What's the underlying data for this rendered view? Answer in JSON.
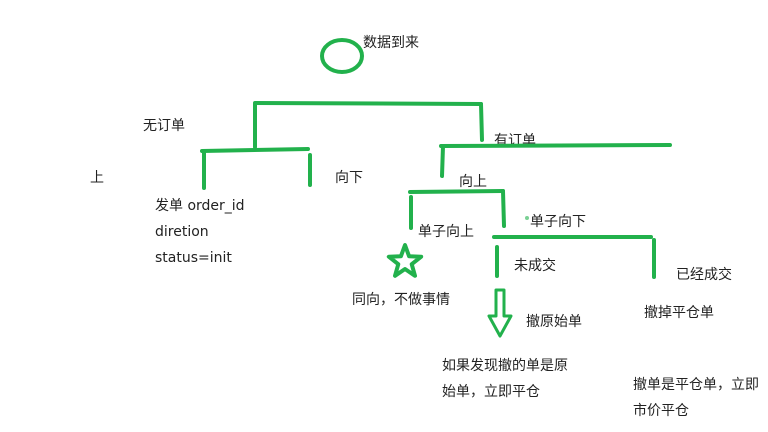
{
  "colors": {
    "stroke": "#22b14c",
    "text": "#222222",
    "background": "#ffffff"
  },
  "root": {
    "label": "数据到来",
    "icon": "ellipse-node"
  },
  "no_order": {
    "label": "无订单",
    "up_label": "上",
    "down_label": "向下",
    "send_order": {
      "line1": "发单 order_id",
      "line2": "diretion",
      "line3": "status=init"
    }
  },
  "has_order": {
    "label": "有订单",
    "up_label": "向上",
    "order_up": {
      "label": "单子向上",
      "action": "同向，不做事情",
      "icon": "star-icon"
    },
    "order_down": {
      "label": "单子向下",
      "not_filled": {
        "label": "未成交",
        "action": "撤原始单",
        "icon": "down-arrow-icon",
        "note": [
          "如果发现撤的单是原",
          "始单，立即平仓"
        ]
      },
      "filled": {
        "label": "已经成交",
        "action": "撤掉平仓单",
        "note": [
          "撤单是平仓单，立即",
          "市价平仓"
        ]
      }
    }
  }
}
